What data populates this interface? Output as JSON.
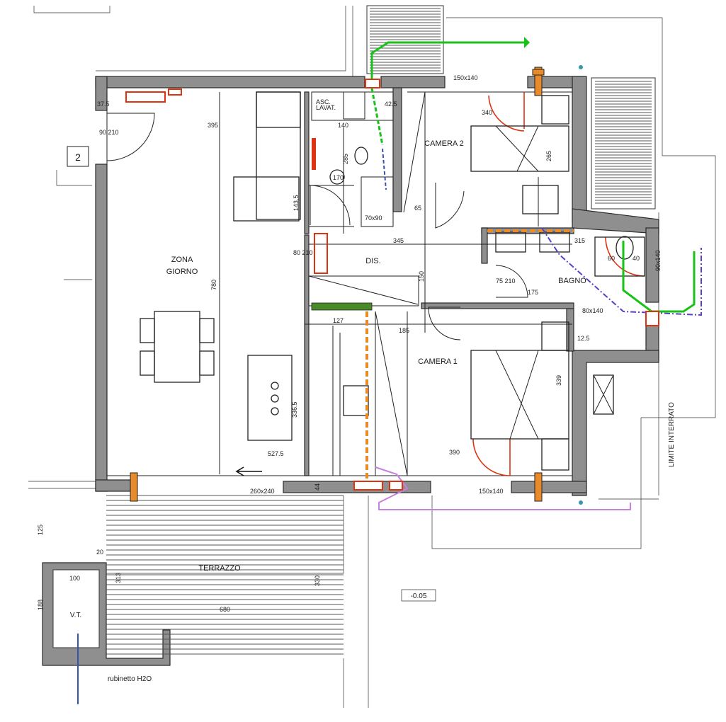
{
  "rooms": {
    "zona_line1": "ZONA",
    "zona_line2": "GIORNO",
    "camera2": "CAMERA 2",
    "camera1": "CAMERA 1",
    "dis": "DIS.",
    "bagno": "BAGNO",
    "terrazzo": "TERRAZZO",
    "vt": "V.T."
  },
  "labels": {
    "unit_number": "2",
    "limite": "LIMITE INTERRATO",
    "level": "-0.05",
    "rubinetto": "rubinetto H2O",
    "asc_line1": "ASC.",
    "asc_line2": "LAVAT."
  },
  "dimensions": {
    "d395": "395",
    "d140": "140",
    "d340": "340",
    "d345": "345",
    "d315": "315",
    "d780": "780",
    "d527_5": "527.5",
    "d390": "390",
    "d680": "680",
    "d330": "330",
    "d339": "339",
    "d336_5": "336.5",
    "d150": "150",
    "d175": "175",
    "d185": "185",
    "d127": "127",
    "d143_5": "143,5",
    "d285": "285",
    "d265": "265",
    "d170": "170",
    "d65": "65",
    "d60": "60",
    "d40": "40",
    "d100": "100",
    "d125": "125",
    "d188": "188",
    "d37_5": "37.5",
    "d12_5": "12.5",
    "d42_5": "42.5",
    "d20": "20",
    "d44": "44",
    "d313": "313",
    "d90_210": "90\n210",
    "d80_210": "80\n210",
    "d75_210": "75\n210",
    "w150x140a": "150x140",
    "w150x140b": "150x140",
    "w260x240": "260x240",
    "w80x140": "80x140",
    "w90x140": "90x140",
    "w70x90": "70x90"
  }
}
